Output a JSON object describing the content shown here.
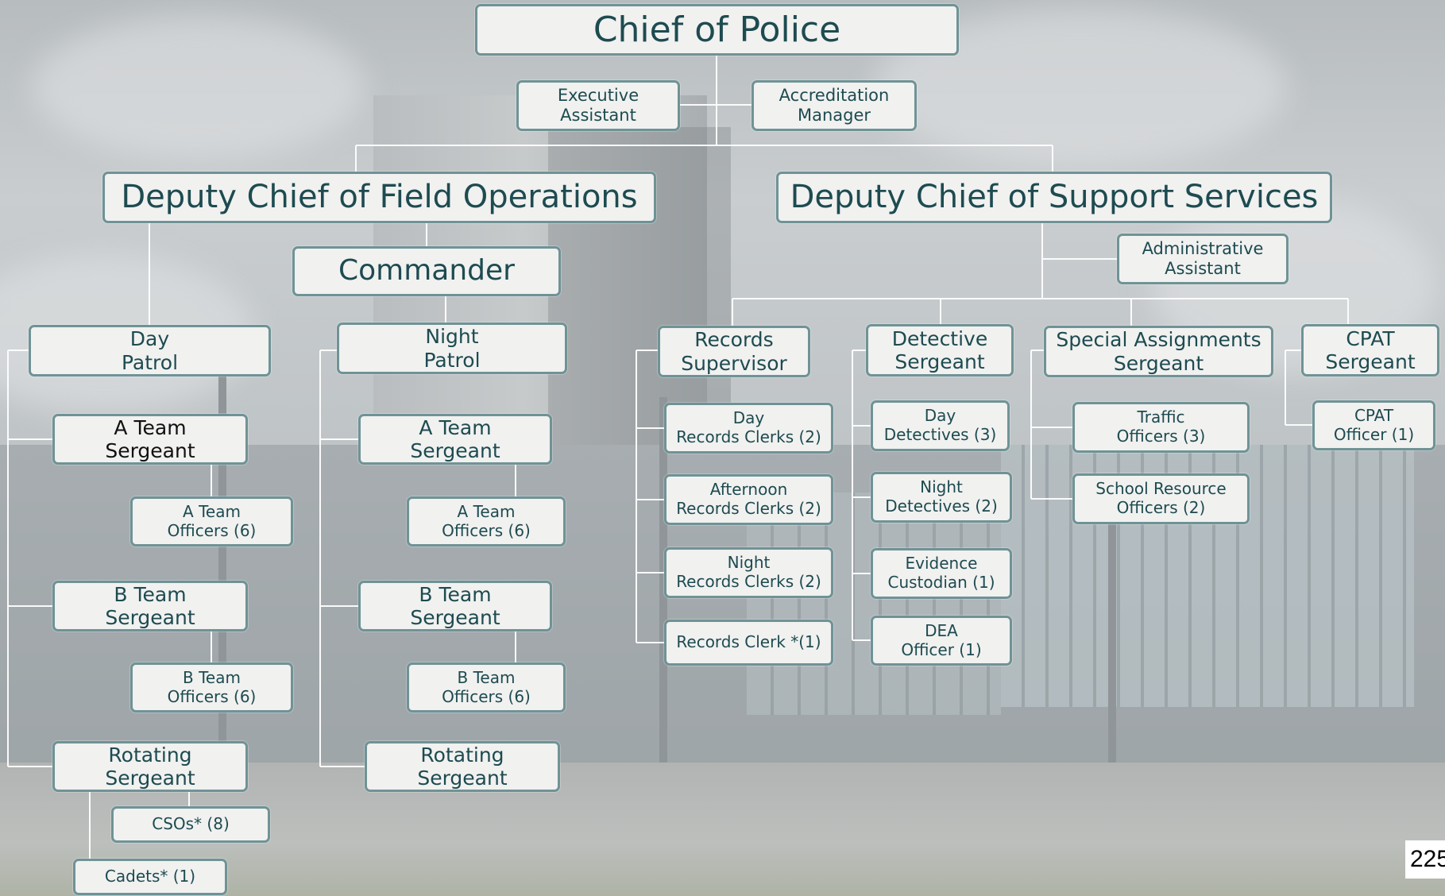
{
  "chief": "Chief of Police",
  "executive_assistant": "Executive\nAssistant",
  "accreditation_manager": "Accreditation\nManager",
  "field_ops": {
    "title": "Deputy Chief of Field Operations",
    "commander": "Commander",
    "day_patrol": {
      "title": "Day\nPatrol",
      "a_team_sergeant": "A Team\nSergeant",
      "a_team_officers": "A Team\nOfficers (6)",
      "b_team_sergeant": "B Team\nSergeant",
      "b_team_officers": "B Team\nOfficers (6)",
      "rotating_sergeant": "Rotating\nSergeant",
      "csos": "CSOs* (8)",
      "cadets": "Cadets* (1)"
    },
    "night_patrol": {
      "title": "Night\nPatrol",
      "a_team_sergeant": "A Team\nSergeant",
      "a_team_officers": "A Team\nOfficers (6)",
      "b_team_sergeant": "B Team\nSergeant",
      "b_team_officers": "B Team\nOfficers (6)",
      "rotating_sergeant": "Rotating\nSergeant"
    }
  },
  "support": {
    "title": "Deputy Chief of Support Services",
    "administrative_assistant": "Administrative\nAssistant",
    "records": {
      "title": "Records\nSupervisor",
      "items": [
        "Day\nRecords Clerks (2)",
        "Afternoon\nRecords Clerks (2)",
        "Night\nRecords Clerks (2)",
        "Records Clerk *(1)"
      ]
    },
    "detective": {
      "title": "Detective\nSergeant",
      "items": [
        "Day\nDetectives (3)",
        "Night\nDetectives (2)",
        "Evidence\nCustodian (1)",
        "DEA\nOfficer (1)"
      ]
    },
    "special": {
      "title": "Special Assignments\nSergeant",
      "items": [
        "Traffic\nOfficers (3)",
        "School Resource\nOfficers (2)"
      ]
    },
    "cpat": {
      "title": "CPAT\nSergeant",
      "items": [
        "CPAT\nOfficer (1)"
      ]
    }
  },
  "page_number": "225"
}
